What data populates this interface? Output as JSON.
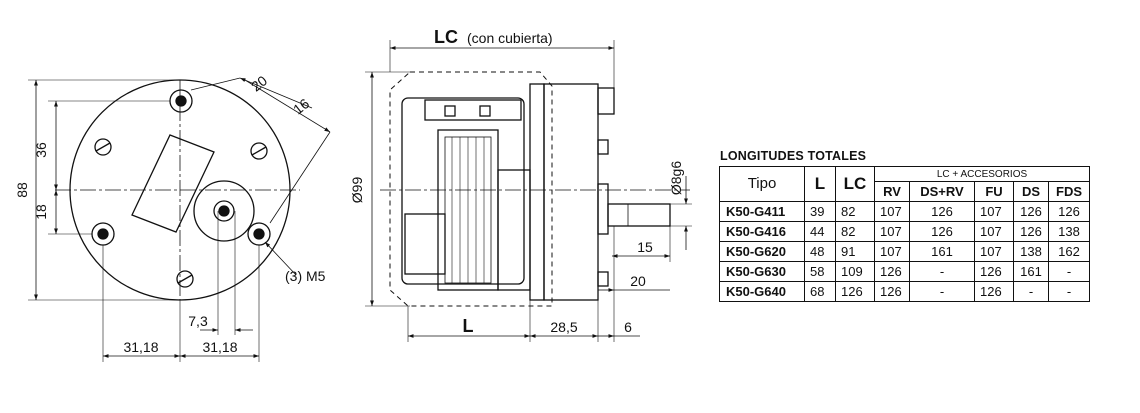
{
  "front_view": {
    "dims": {
      "d20": "20",
      "d16": "16",
      "d36": "36",
      "d18": "18",
      "d88": "88",
      "d7_3": "7,3",
      "d31_18_left": "31,18",
      "d31_18_right": "31,18"
    },
    "screw_note": "(3) M5"
  },
  "side_view": {
    "lc_label": "LC",
    "lc_note": "(con cubierta)",
    "dims": {
      "d99": "Ø99",
      "d8g6": "Ø8g6",
      "d15": "15",
      "d20": "20",
      "d28_5": "28,5",
      "d6": "6",
      "l_label": "L"
    }
  },
  "table": {
    "title": "LONGITUDES TOTALES",
    "col_tipo": "Tipo",
    "col_l": "L",
    "col_lc": "LC",
    "accessories_header": "LC + ACCESORIOS",
    "accessory_cols": [
      "RV",
      "DS+RV",
      "FU",
      "DS",
      "FDS"
    ],
    "rows": [
      {
        "tipo": "K50-G411",
        "l": "39",
        "lc": "82",
        "rv": "107",
        "ds_rv": "126",
        "fu": "107",
        "ds": "126",
        "fds": "126"
      },
      {
        "tipo": "K50-G416",
        "l": "44",
        "lc": "82",
        "rv": "107",
        "ds_rv": "126",
        "fu": "107",
        "ds": "126",
        "fds": "138"
      },
      {
        "tipo": "K50-G620",
        "l": "48",
        "lc": "91",
        "rv": "107",
        "ds_rv": "161",
        "fu": "107",
        "ds": "138",
        "fds": "162"
      },
      {
        "tipo": "K50-G630",
        "l": "58",
        "lc": "109",
        "rv": "126",
        "ds_rv": "-",
        "fu": "126",
        "ds": "161",
        "fds": "-"
      },
      {
        "tipo": "K50-G640",
        "l": "68",
        "lc": "126",
        "rv": "126",
        "ds_rv": "-",
        "fu": "126",
        "ds": "-",
        "fds": "-"
      }
    ]
  }
}
